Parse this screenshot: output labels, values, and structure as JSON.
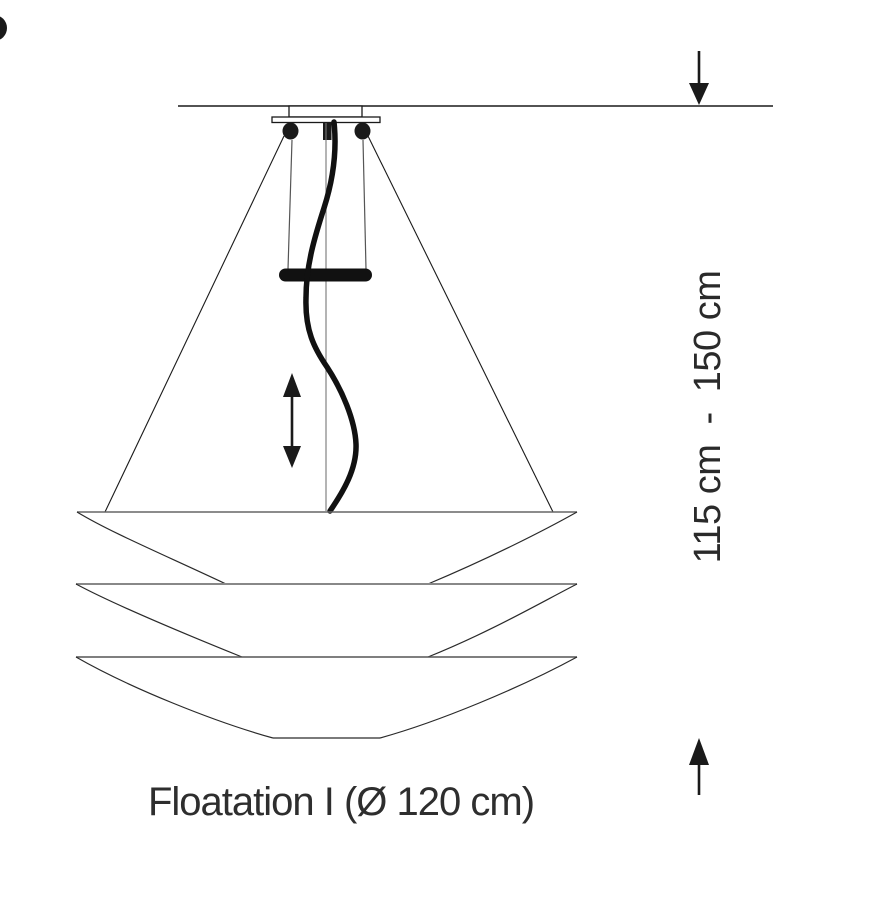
{
  "diagram": {
    "caption": "Floatation I (Ø 120 cm)",
    "dimension_label": "115 cm  -  150 cm"
  },
  "icons": {
    "top_arrow": "arrow-down-icon",
    "bottom_arrow": "arrow-up-icon",
    "adjust_arrow": "arrow-up-down-icon",
    "edge_mark": "partial-circle"
  },
  "colors": {
    "ink": "#1a1a1a",
    "background": "#ffffff"
  }
}
